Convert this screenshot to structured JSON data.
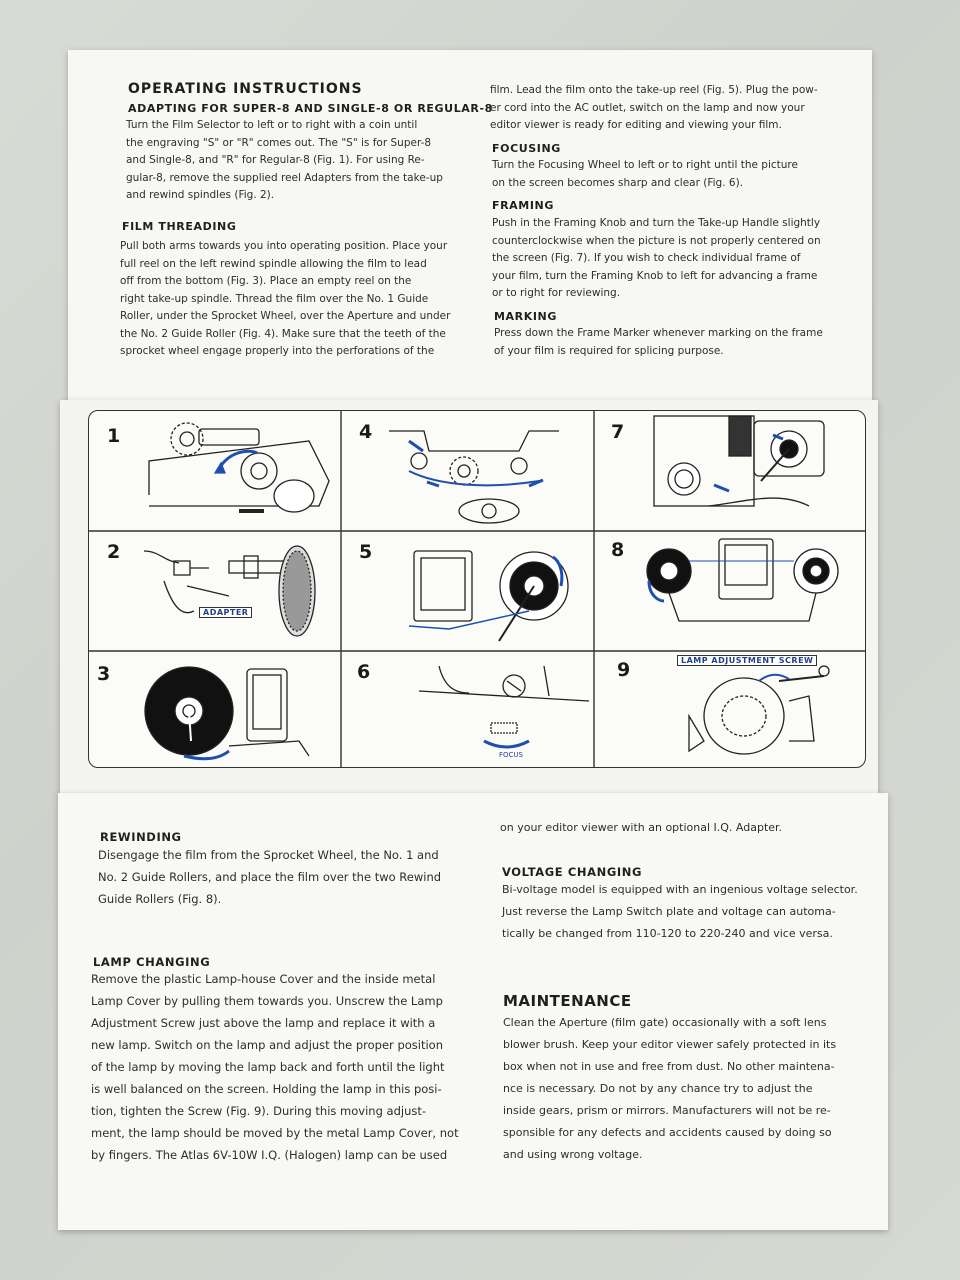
{
  "top": {
    "title": "OPERATING  INSTRUCTIONS",
    "adapting": {
      "heading": "ADAPTING FOR SUPER-8 AND SINGLE-8 OR REGULAR-8",
      "lines": [
        "Turn the Film Selector to left or to right with a coin until",
        "the engraving \"S\" or \"R\" comes out. The \"S\" is for Super-8",
        "and Single-8, and \"R\" for Regular-8 (Fig. 1). For using Re-",
        "gular-8, remove the supplied reel Adapters from the take-up",
        "and rewind spindles (Fig. 2)."
      ]
    },
    "threading": {
      "heading": "FILM THREADING",
      "lines": [
        "Pull both arms towards you into operating position. Place your",
        "full reel on the left rewind spindle allowing the film to lead",
        "off from the bottom (Fig. 3). Place an empty reel on the",
        "right take-up spindle. Thread the film over the No. 1 Guide",
        "Roller, under the Sprocket Wheel, over the Aperture and under",
        "the No. 2 Guide Roller (Fig. 4). Make sure that the teeth of the",
        "sprocket wheel engage properly into the perforations of the"
      ]
    },
    "continued_lines": [
      "film. Lead the film onto the take-up reel (Fig. 5). Plug the pow-",
      "er cord into the AC outlet, switch on the lamp and now your",
      "editor viewer is ready for editing and viewing your film."
    ],
    "focusing": {
      "heading": "FOCUSING",
      "lines": [
        "Turn the Focusing Wheel to left or to right until the picture",
        "on the screen becomes sharp and clear (Fig. 6)."
      ]
    },
    "framing": {
      "heading": "FRAMING",
      "lines": [
        "Push in the Framing Knob and turn the Take-up Handle slightly",
        "counterclockwise when the picture is not properly centered on",
        "the screen (Fig. 7). If you wish to check individual frame of",
        "your film, turn the Framing Knob to left for advancing a frame",
        "or to right for reviewing."
      ]
    },
    "marking": {
      "heading": "MARKING",
      "lines": [
        "Press down the Frame Marker whenever marking on the frame",
        "of your film is required for splicing purpose."
      ]
    }
  },
  "figures": {
    "numbers": [
      "1",
      "2",
      "3",
      "4",
      "5",
      "6",
      "7",
      "8",
      "9"
    ],
    "label_adapter": "ADAPTER",
    "label_focus": "FOCUS",
    "label_lamp_screw": "LAMP ADJUSTMENT SCREW"
  },
  "bottom": {
    "rewinding": {
      "heading": "REWINDING",
      "lines": [
        "Disengage the film from the Sprocket Wheel, the No. 1 and",
        "No. 2 Guide Rollers, and place the film over the two Rewind",
        "Guide Rollers (Fig. 8)."
      ]
    },
    "lamp": {
      "heading": "LAMP  CHANGING",
      "lines": [
        "Remove the plastic Lamp-house Cover and the inside metal",
        "Lamp Cover by pulling them towards you. Unscrew the Lamp",
        "Adjustment Screw just above the lamp and replace it with a",
        "new lamp. Switch on the lamp and adjust the proper position",
        "of the lamp by moving the lamp back and forth until the light",
        "is well balanced on the screen. Holding the lamp in this posi-",
        "tion, tighten the Screw (Fig. 9). During this moving adjust-",
        "ment, the lamp should be moved by the metal Lamp Cover, not",
        "by fingers. The Atlas 6V-10W I.Q. (Halogen) lamp can be used"
      ]
    },
    "continued_line": "on your editor viewer with an optional I.Q. Adapter.",
    "voltage": {
      "heading": "VOLTAGE  CHANGING",
      "lines": [
        "Bi-voltage model is equipped with an ingenious voltage selector.",
        "Just reverse the Lamp Switch plate and voltage can automa-",
        "tically be changed from 110-120 to 220-240 and vice versa."
      ]
    },
    "maintenance": {
      "heading": "MAINTENANCE",
      "lines": [
        "Clean the Aperture (film gate) occasionally with a soft lens",
        "blower brush. Keep your editor viewer safely protected in its",
        "box when not in use and free from dust. No other maintena-",
        "nce is necessary. Do not by any chance try to adjust the",
        "inside gears, prism or mirrors. Manufacturers will not be re-",
        "sponsible for any defects and accidents caused by doing so",
        "and using wrong voltage."
      ]
    }
  }
}
